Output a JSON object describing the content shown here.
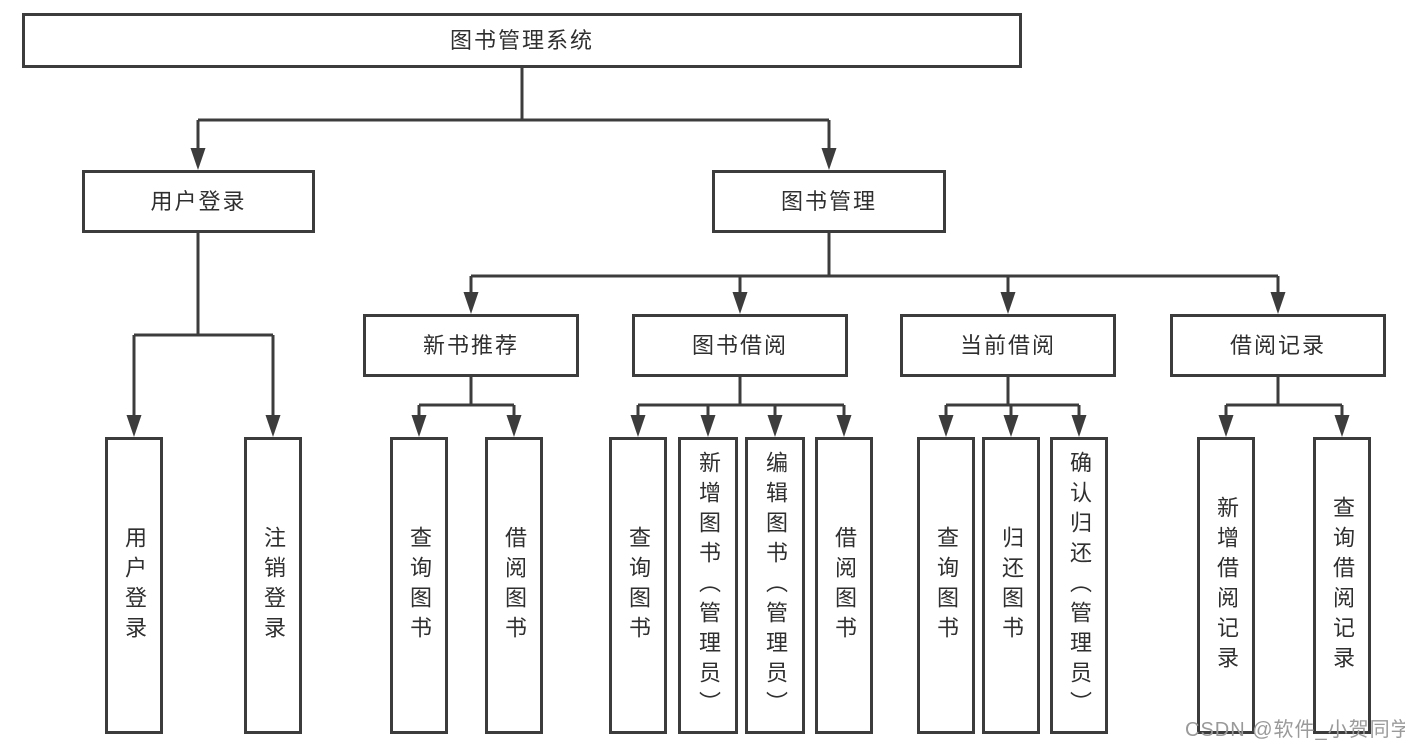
{
  "diagram": {
    "root": {
      "label": "图书管理系统"
    },
    "branches": [
      {
        "label": "用户登录",
        "children": [
          {
            "label": "用户登录"
          },
          {
            "label": "注销登录"
          }
        ]
      },
      {
        "label": "图书管理",
        "children": [
          {
            "label": "新书推荐",
            "children": [
              {
                "label": "查询图书"
              },
              {
                "label": "借阅图书"
              }
            ]
          },
          {
            "label": "图书借阅",
            "children": [
              {
                "label": "查询图书"
              },
              {
                "label": "新增图书（管理员）"
              },
              {
                "label": "编辑图书（管理员）"
              },
              {
                "label": "借阅图书"
              }
            ]
          },
          {
            "label": "当前借阅",
            "children": [
              {
                "label": "查询图书"
              },
              {
                "label": "归还图书"
              },
              {
                "label": "确认归还（管理员）"
              }
            ]
          },
          {
            "label": "借阅记录",
            "children": [
              {
                "label": "新增借阅记录"
              },
              {
                "label": "查询借阅记录"
              }
            ]
          }
        ]
      }
    ]
  },
  "watermark": "CSDN @软件_小贺同学",
  "colors": {
    "line": "#3c3c3c",
    "box_border": "#3c3c3c",
    "text": "#2f2f2f",
    "watermark": "#9a9a9a",
    "background": "#ffffff"
  }
}
